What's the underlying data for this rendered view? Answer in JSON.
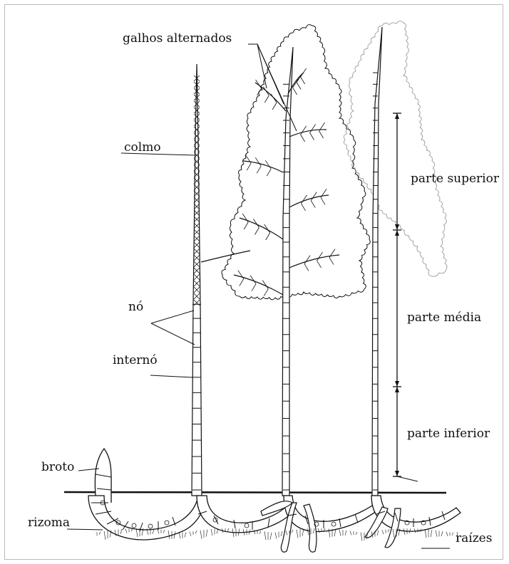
{
  "diagram": {
    "labels": {
      "galhos_alternados": "galhos alternados",
      "colmo": "colmo",
      "no": "nó",
      "interno": "internó",
      "broto": "broto",
      "rizoma": "rizoma",
      "raizes": "raízes",
      "parte_superior": "parte superior",
      "parte_media": "parte média",
      "parte_inferior": "parte inferior"
    },
    "colors": {
      "ink": "#111111",
      "foliage_faded": "#9a9a9a",
      "background": "#ffffff"
    }
  }
}
